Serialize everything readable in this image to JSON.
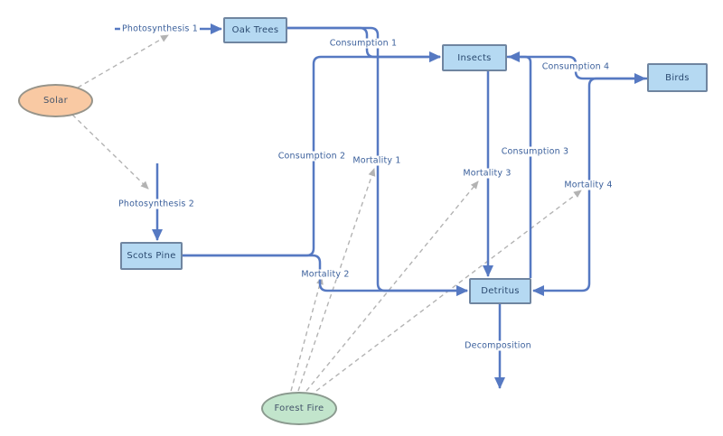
{
  "colors": {
    "flow_line": "#5679c2",
    "link_line": "#b3b3b3",
    "stock_fill": "#b5d9f2",
    "stock_border": "#6f85a0",
    "stock_text": "#2b4a70",
    "flow_label_text": "#3a5f9b",
    "solar_fill": "#f9c9a3",
    "solar_border": "#97948a",
    "fire_fill": "#c2e5cc",
    "fire_border": "#8b9a8f",
    "variable_text": "#44546a",
    "canvas_bg": "#ffffff"
  },
  "nodes": {
    "solar": "Solar",
    "oak_trees": "Oak Trees",
    "scots_pine": "Scots Pine",
    "insects": "Insects",
    "birds": "Birds",
    "detritus": "Detritus",
    "forest_fire": "Forest Fire"
  },
  "flows": {
    "photosynthesis1": "Photosynthesis 1",
    "photosynthesis2": "Photosynthesis 2",
    "consumption1": "Consumption 1",
    "consumption2": "Consumption 2",
    "consumption3": "Consumption 3",
    "consumption4": "Consumption 4",
    "mortality1": "Mortality 1",
    "mortality2": "Mortality 2",
    "mortality3": "Mortality 3",
    "mortality4": "Mortality 4",
    "decomposition": "Decomposition"
  }
}
